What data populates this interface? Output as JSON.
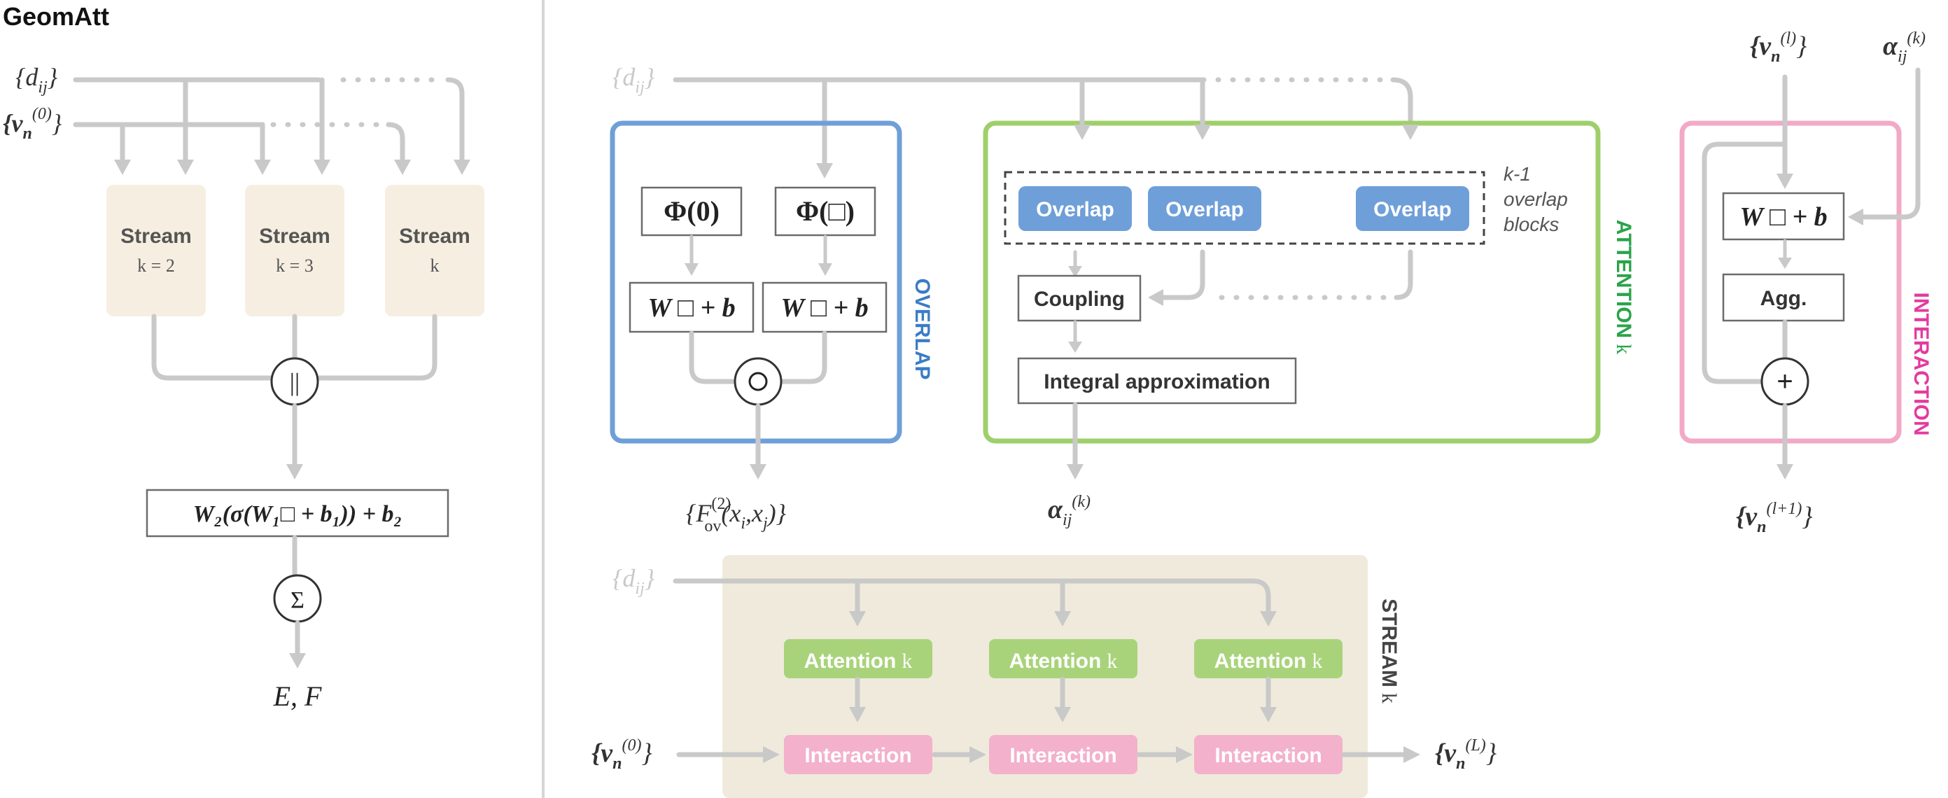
{
  "title": "GeomAtt",
  "geomatt": {
    "input_d": "{d",
    "input_d_sub": "ij",
    "input_v": "{v",
    "input_v_sub": "n",
    "input_v_sup": "(0)",
    "streams": [
      {
        "label": "Stream",
        "sub": "k = 2"
      },
      {
        "label": "Stream",
        "sub": "k = 3"
      },
      {
        "label": "Stream",
        "sub": "k"
      }
    ],
    "concat_symbol": "||",
    "mlp": "W₂(σ(W₁□ + b₁)) + b₂",
    "sum_symbol": "Σ",
    "output": "E, F"
  },
  "overlap": {
    "input_d": "{d",
    "input_d_sub": "ij",
    "phi0": "Φ(0)",
    "phi_box": "Φ(□)",
    "linear": "W □ + b",
    "product_symbol": "○",
    "label": "OVERLAP",
    "output": "{F",
    "output_sup": "(2)",
    "output_sub": "ov",
    "output_tail": "(x",
    "output_i": "i",
    "output_xj": ",x",
    "output_j": "j",
    "output_close": ")}"
  },
  "attention": {
    "overlap_blocks": [
      "Overlap",
      "Overlap",
      "Overlap"
    ],
    "blocks_note": [
      "k-1",
      "overlap",
      "blocks"
    ],
    "coupling": "Coupling",
    "integral": "Integral approximation",
    "label": "ATTENTION",
    "label_k": "k",
    "output": "α",
    "output_sub": "ij",
    "output_sup": "(k)"
  },
  "interaction": {
    "input_v": "{v",
    "input_v_sub": "n",
    "input_v_sup": "(l)",
    "input_alpha": "α",
    "input_alpha_sub": "ij",
    "input_alpha_sup": "(k)",
    "linear": "W □ + b",
    "agg": "Agg.",
    "plus_symbol": "+",
    "label": "INTERACTION",
    "output": "{v",
    "output_sub": "n",
    "output_sup": "(l+1)"
  },
  "stream": {
    "input_d": "{d",
    "input_d_sub": "ij",
    "attention_blocks": [
      "Attention",
      "Attention",
      "Attention"
    ],
    "attention_k": "k",
    "interaction_blocks": [
      "Interaction",
      "Interaction",
      "Interaction"
    ],
    "input_v": "{v",
    "input_v_sub": "n",
    "input_v_sup": "(0)",
    "output_v": "{v",
    "output_v_sub": "n",
    "output_v_sup": "(L)",
    "label": "STREAM",
    "label_k": "k"
  },
  "colors": {
    "overlap_blue": "#6f9fd8",
    "attention_green": "#9fcf6a",
    "attention_label_green": "#2aa34a",
    "interaction_pink": "#f2a9c6",
    "interaction_label": "#e23ba0",
    "stream_bg": "#efeadb",
    "stream_box": "#f6efe1"
  }
}
